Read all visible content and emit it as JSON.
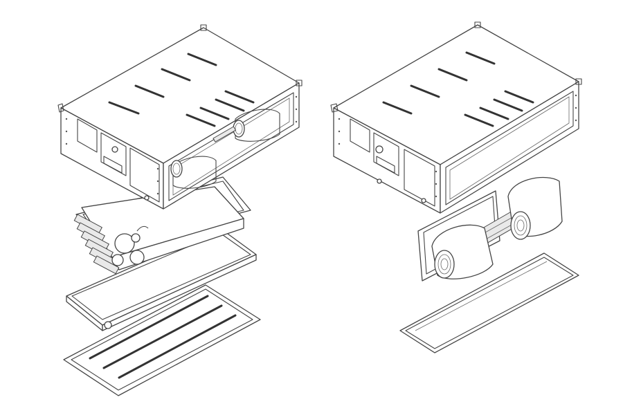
{
  "figure": {
    "type": "exploded-view-illustration",
    "background": "#ffffff",
    "line_color": "#444444",
    "assemblies": [
      {
        "id": "left-assembly",
        "components": [
          "unit-casing",
          "filter-frame",
          "coil-with-headers",
          "drain-pan",
          "bottom-panel"
        ]
      },
      {
        "id": "right-assembly",
        "components": [
          "unit-casing",
          "blower-assembly",
          "bottom-panel"
        ]
      }
    ]
  }
}
